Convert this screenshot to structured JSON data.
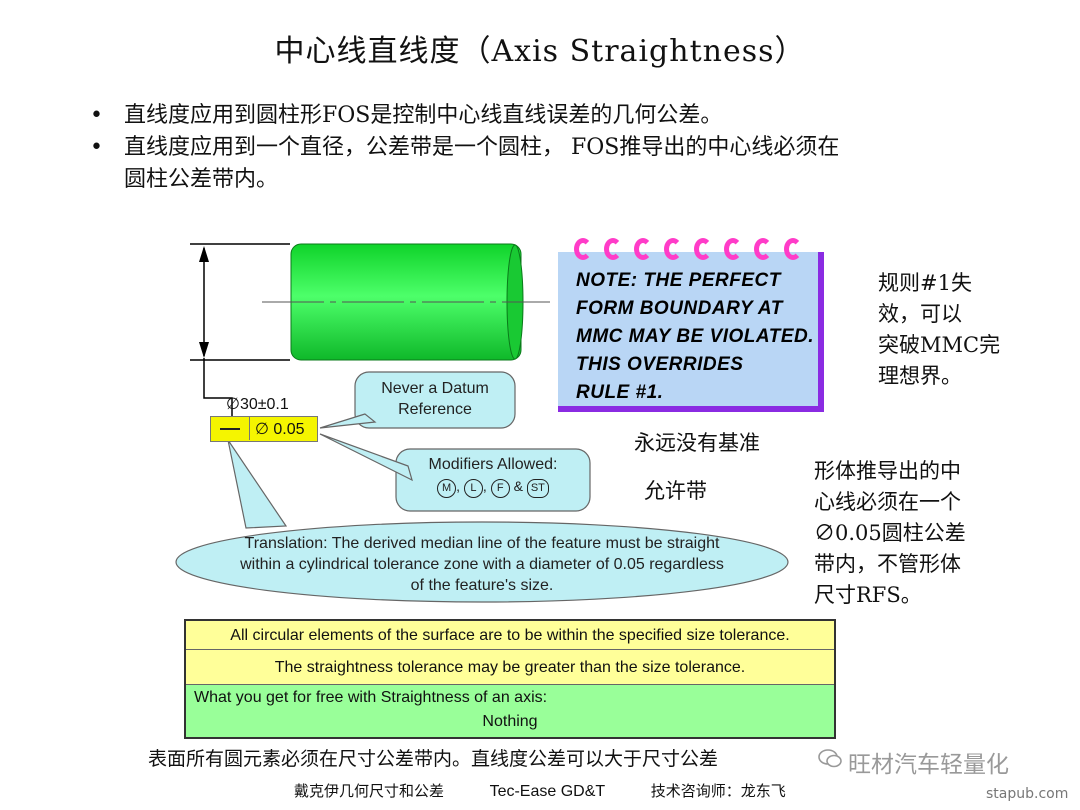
{
  "title": "中心线直线度（Axis Straightness）",
  "bullets": [
    "直线度应用到圆柱形FOS是控制中心线直线误差的几何公差。",
    "直线度应用到一个直径，公差带是一个圆柱，  FOS推导出的中心线必须在",
    "圆柱公差带内。"
  ],
  "bullet_symbol": "•",
  "note": {
    "lines": [
      "NOTE:  THE PERFECT",
      "FORM BOUNDARY AT",
      "MMC MAY BE VIOLATED.",
      "THIS OVERRIDES",
      "RULE #1."
    ],
    "ring_color": "#ff3cc8",
    "bg_color": "#b9d6f5",
    "shadow_color": "#8a2be2"
  },
  "side_cn_rule": [
    "规则#1失",
    "效，可以",
    "突破MMC完",
    "理想界。"
  ],
  "dimension": "∅30±0.1",
  "fcf": {
    "tolerance": "∅  0.05"
  },
  "bubbles": {
    "datum": [
      "Never a Datum",
      "Reference"
    ],
    "modifiers_title": "Modifiers Allowed:",
    "modifiers_symbols": [
      "M",
      "L",
      "F",
      "ST"
    ],
    "modifiers_sep": [
      ", ",
      ", ",
      " & "
    ],
    "translation": [
      "Translation:  The derived median line of the feature must be straight",
      "within a cylindrical tolerance zone with a diameter of 0.05 regardless",
      "of the feature's size."
    ]
  },
  "cn_labels": {
    "no_datum": "永远没有基准",
    "allowed": "允许带",
    "derived": [
      "形体推导出的中",
      "心线必须在一个",
      "∅0.05圆柱公差",
      "带内，不管形体",
      "尺寸RFS。"
    ]
  },
  "table": {
    "row1": "All circular elements of the surface are to be within the specified size tolerance.",
    "row2": "The straightness tolerance may be greater than the size tolerance.",
    "row3a": "What you get for free with Straightness of an axis:",
    "row3b": "Nothing",
    "yellow": "#ffff99",
    "green": "#99ff99"
  },
  "bottom_cn": "表面所有圆元素必须在尺寸公差带内。直线度公差可以大于尺寸公差",
  "watermark": "旺材汽车轻量化",
  "footer": {
    "left": "戴克伊几何尺寸和公差",
    "mid": "Tec-Ease GD&T",
    "right": "技术咨询师：龙东飞"
  },
  "site": "stapub.com",
  "colors": {
    "cylinder": "#22e040",
    "fcf": "#f5f500",
    "bubble": "#bfeff4"
  }
}
